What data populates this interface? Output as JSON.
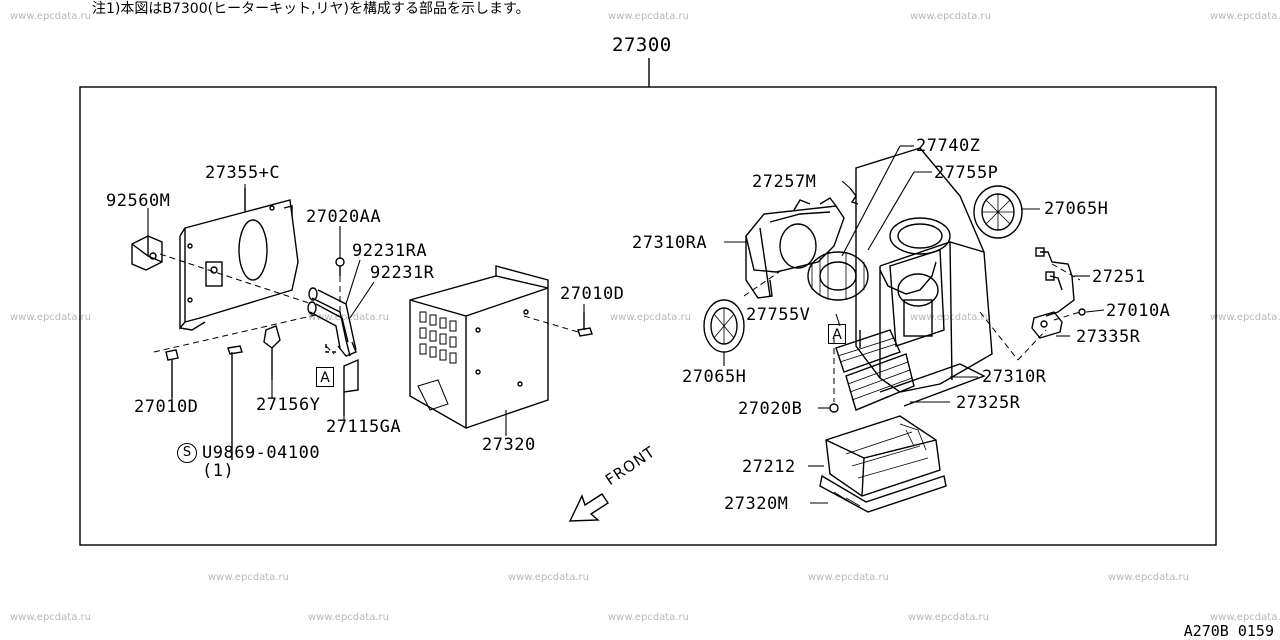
{
  "note": "注1)本図はB7300(ヒーターキット,リヤ)を構成する部品を示します。",
  "watermark": "www.epcdata.ru",
  "diagram_code": "A270B 0159",
  "assembly_label": "27300",
  "front_label": "FRONT",
  "ref_marker": "A",
  "sup_marker": "S",
  "part_labels": {
    "p27355C": "27355+C",
    "p92560M": "92560M",
    "p27020AA": "27020AA",
    "p92231RA": "92231RA",
    "p92231R": "92231R",
    "p27010D_top": "27010D",
    "p27010D_left": "27010D",
    "p27156Y": "27156Y",
    "p27115GA": "27115GA",
    "p27320": "27320",
    "pU9869": "U9869-04100",
    "pU9869_qty": "(1)",
    "p27257M": "27257M",
    "p27740Z": "27740Z",
    "p27755P": "27755P",
    "p27065H_top": "27065H",
    "p27310RA": "27310RA",
    "p27251": "27251",
    "p27010A": "27010A",
    "p27755V": "27755V",
    "p27335R": "27335R",
    "p27065H_left": "27065H",
    "p27310R": "27310R",
    "p27020B": "27020B",
    "p27325R": "27325R",
    "p27212": "27212",
    "p27320M": "27320M"
  }
}
